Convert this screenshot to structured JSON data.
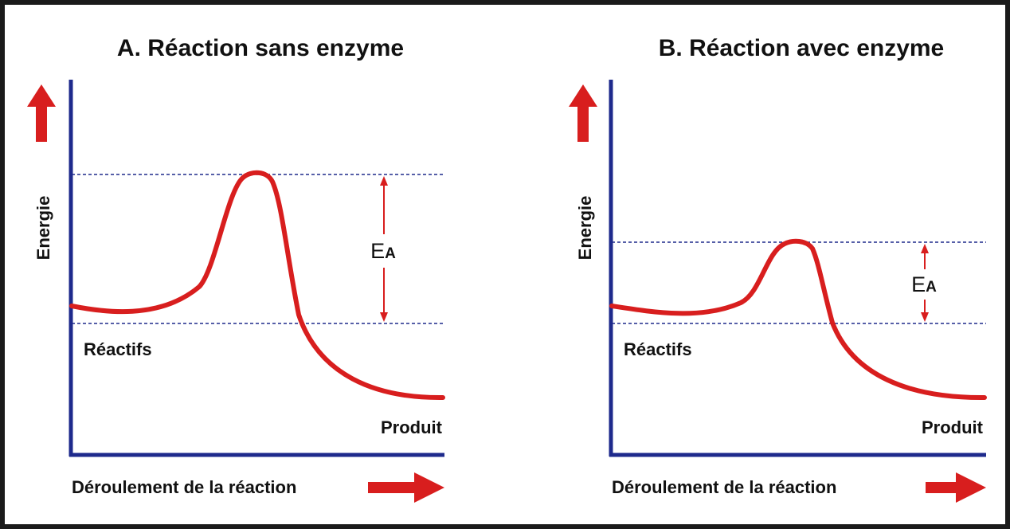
{
  "colors": {
    "frame": "#1a1a1a",
    "axis": "#1e2a8c",
    "curve": "#d81e1e",
    "arrow": "#d81e1e",
    "dashed": "#1e2a8c",
    "text": "#111111"
  },
  "panels": [
    {
      "title": "A. Réaction sans enzyme",
      "y_label": "Energie",
      "x_label": "Déroulement de la réaction",
      "reactants_label": "Réactifs",
      "product_label": "Produit",
      "ea_label_main": "E",
      "ea_label_sub": "A",
      "levels": {
        "reactants": 0.56,
        "peak": 1.0,
        "product": 0.2
      }
    },
    {
      "title": "B. Réaction avec enzyme",
      "y_label": "Energie",
      "x_label": "Déroulement de la réaction",
      "reactants_label": "Réactifs",
      "product_label": "Produit",
      "ea_label_main": "E",
      "ea_label_sub": "A",
      "levels": {
        "reactants": 0.56,
        "peak": 0.78,
        "product": 0.2
      }
    }
  ]
}
